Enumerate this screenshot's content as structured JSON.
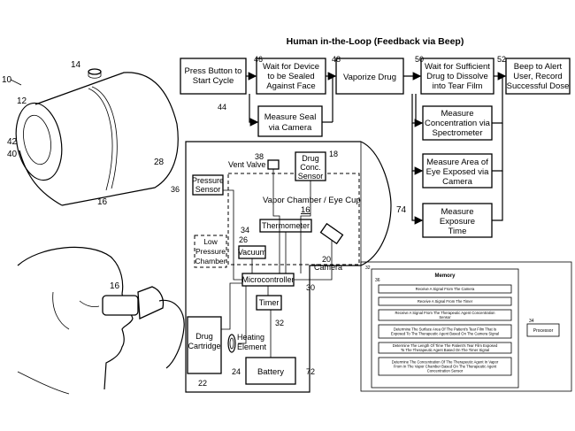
{
  "title": "Human in-the-Loop (Feedback via Beep)",
  "flow": {
    "start": [
      "Press Button to",
      "Start Cycle"
    ],
    "wait_seal": [
      "Wait for Device",
      "to be Sealed",
      "Against Face"
    ],
    "vaporize": "Vaporize Drug",
    "wait_dissolve": [
      "Wait for Sufficient",
      "Drug to Dissolve",
      "into Tear  Film"
    ],
    "beep": [
      "Beep to Alert",
      "User, Record",
      "Successful Dose"
    ],
    "measure_seal": [
      "Measure Seal",
      "via Camera"
    ],
    "measure_conc": [
      "Measure",
      "Concentration via",
      "Spectrometer"
    ],
    "measure_area": [
      "Measure Area of",
      "Eye Exposed via",
      "Camera"
    ],
    "measure_time": [
      "Measure",
      "Exposure",
      "Time"
    ]
  },
  "refs": {
    "r44": "44",
    "r46": "46",
    "r48": "48",
    "r50": "50",
    "r52": "52",
    "r10": "10",
    "r12": "12",
    "r14": "14",
    "r16": "16",
    "r16b": "16",
    "r28": "28",
    "r40": "40",
    "r42": "42",
    "r18": "18",
    "r20": "20",
    "r22": "22",
    "r24": "24",
    "r26": "26",
    "r30": "30",
    "r32": "32",
    "r34": "34",
    "r36": "36",
    "r38": "38",
    "r72": "72",
    "r74": "74",
    "r32m": "32",
    "r34m": "34",
    "r36m": "36"
  },
  "device": {
    "vent_valve": "Vent Valve",
    "drug_conc_sensor": [
      "Drug",
      "Conc.",
      "Sensor"
    ],
    "pressure_sensor": [
      "Pressure",
      "Sensor"
    ],
    "vapor_chamber": "Vapor Chamber / Eye Cup",
    "vapor_chamber_num": "16",
    "thermometer": "Thermometer",
    "low_pressure": [
      "Low",
      "Pressure",
      "Chamber"
    ],
    "vacuum": "Vacuum",
    "camera": "Camera",
    "microcontroller": "Microcontroller",
    "timer": "Timer",
    "drug_cartridge": [
      "Drug",
      "Cartridge"
    ],
    "heating_element": [
      "Heating",
      "Element"
    ],
    "battery": "Battery"
  },
  "memory": {
    "title": "Memory",
    "processor": "Processor",
    "steps": [
      [
        "Receive A Signal From The Camera"
      ],
      [
        "Receive A Signal From The Timer"
      ],
      [
        "Receive A Signal From The Therapeutic Agent Concentration",
        "Sensor"
      ],
      [
        "Determine The Surface Area Of The Patient's Tear Film That Is",
        "Exposed To The Therapeutic Agent Based On The Camera Signal"
      ],
      [
        "Determine The Length Of Time The Patient's Tear Film Exposed",
        "To The Therapeutic Agent Based On The Timer Signal"
      ],
      [
        "Determine The Concentration Of The Therapeutic Agent In Vapor",
        "From In The Vapor Chamber Based On The Therapeutic Agent",
        "Concentration Sensor"
      ]
    ]
  }
}
